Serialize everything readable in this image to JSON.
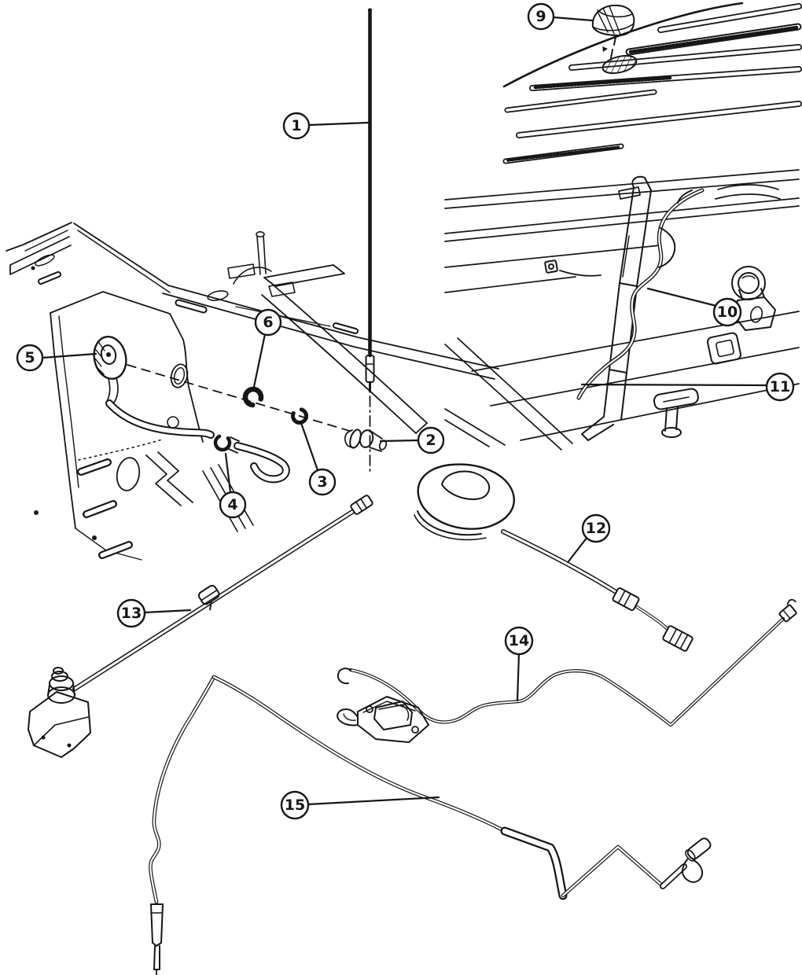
{
  "diagram": {
    "background": "#ffffff",
    "line_color": "#161616",
    "callouts": {
      "c1": "1",
      "c2": "2",
      "c3": "3",
      "c4": "4",
      "c5": "5",
      "c6": "6",
      "c9": "9",
      "c10": "10",
      "c11": "11",
      "c12": "12",
      "c13": "13",
      "c14": "14",
      "c15": "15"
    }
  }
}
